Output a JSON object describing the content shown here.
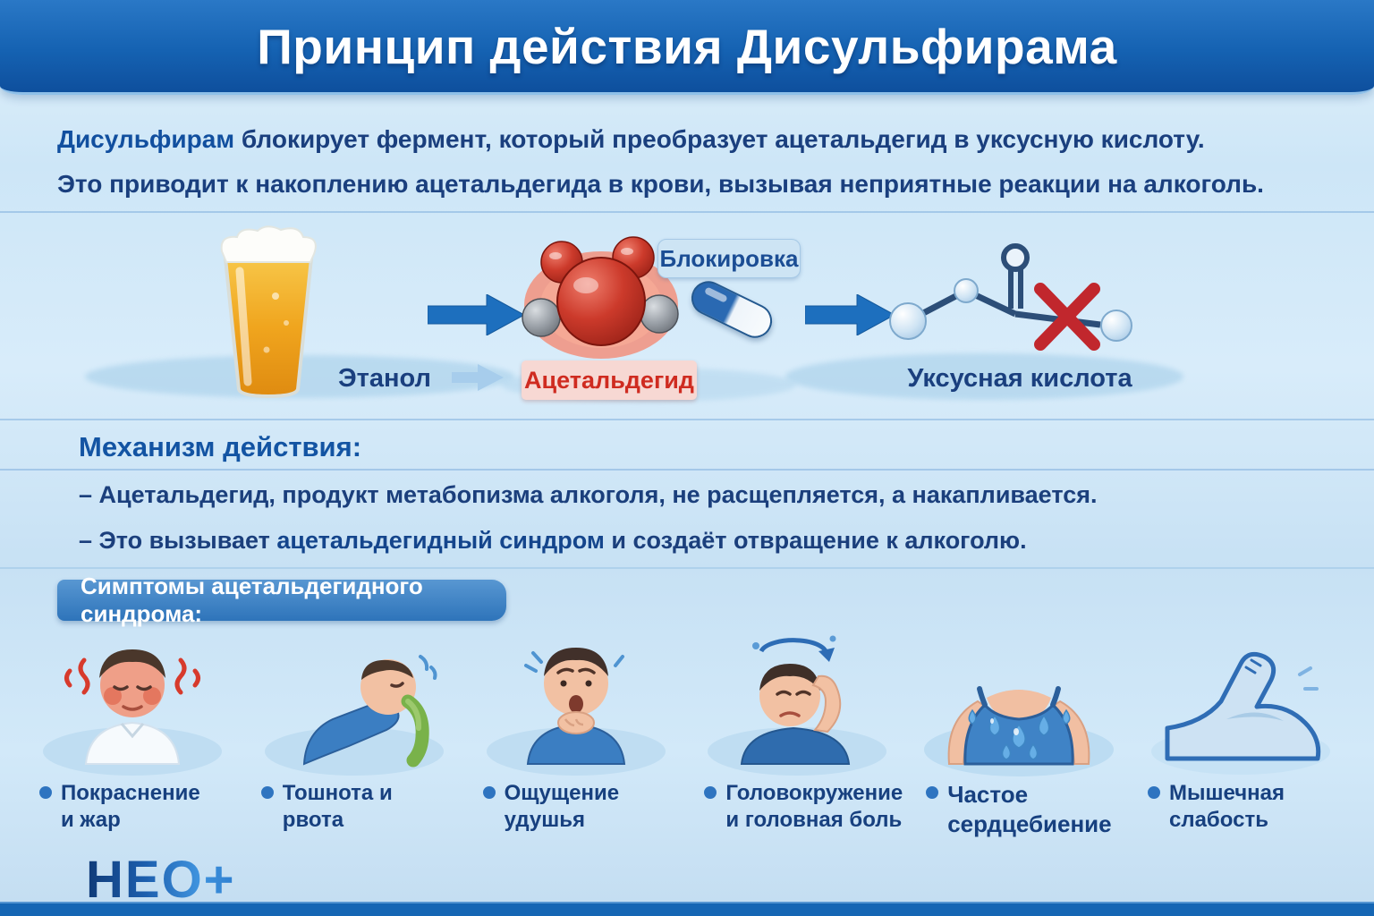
{
  "header": {
    "title": "Принцип действия Дисульфирама"
  },
  "intro": {
    "line1_bold": "Дисульфирам",
    "line1_rest": " блокирует фермент, который преобразует ацетальдегид в уксусную кислоту.",
    "line2": "Это приводит к накоплению ацетальдегида в крови, вызывая неприятные реакции на алкоголь."
  },
  "process": {
    "ethanol_label": "Этанол",
    "acetaldehyde_label": "Ацетальдегид",
    "block_label": "Блокировка",
    "acetic_label": "Уксусная кислота",
    "icons": [
      "beer-glass",
      "flow-arrow",
      "acetaldehyde-molecule",
      "pill-capsule",
      "flow-arrow",
      "blocked-acetic-acid-molecule"
    ]
  },
  "mechanism": {
    "heading": "Механизм действия:",
    "bullet1": "– Ацетальдегид, продукт метабопизма алкоголя, не расщепляется, а накапливается.",
    "bullet2_prefix": "– Это вызывает ",
    "bullet2_bold": "ацетальдегидный синдром",
    "bullet2_suffix": " и создаёт отвращение к алкоголю."
  },
  "symptoms": {
    "heading": "Симптомы ацетальдегидного синдрома:",
    "items": [
      {
        "icon": "flushed-face",
        "label": "Покраснение\nи жар"
      },
      {
        "icon": "vomiting",
        "label": "Тошнота и рвота"
      },
      {
        "icon": "choking",
        "label": "Ощущение удушья"
      },
      {
        "icon": "dizziness-headache",
        "label": "Головокружение\nи головная боль"
      },
      {
        "icon": "sweating-heartbeat",
        "label": "Частое\nсердцебиение"
      },
      {
        "icon": "muscle-weakness",
        "label": "Мышечная\nслабость"
      }
    ]
  },
  "footer": {
    "logo": "НЕО+"
  },
  "colors": {
    "header_blue": "#1261ae",
    "accent_blue": "#1d6fbe",
    "text_blue": "#1a3f7e",
    "alert_red": "#cf2b20",
    "label_pink": "#f7d8d3",
    "background": "#cfe7f8"
  }
}
